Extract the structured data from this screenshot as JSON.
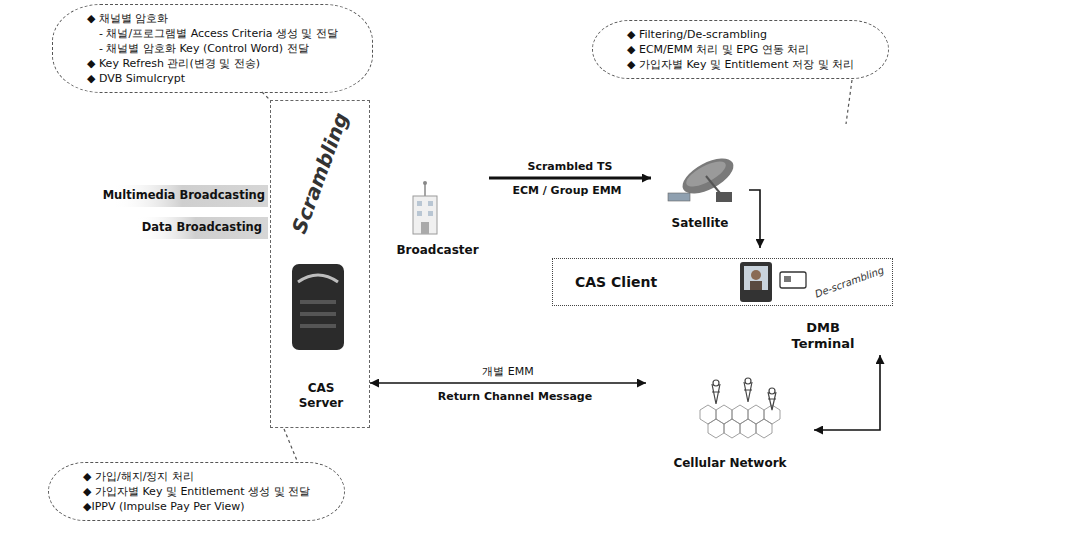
{
  "diagram": {
    "nodes": [
      {
        "text": [
          "◆ 채널별 암호화",
          "- 채널/프로그램별 Access Criteria 생성 및 전달",
          "- 채널별 암호화 Key (Control Word) 전달",
          "◆ Key Refresh 관리(변경 및 전송)",
          "◆ DVB Simulcrypt"
        ]
      },
      {
        "text": [
          "◆ Filtering/De-scrambling",
          "◆ ECM/EMM 처리 및 EPG 연동 처리",
          "◆ 가입자별 Key 및 Entitlement 저장 및 처리"
        ]
      },
      {
        "text": [
          "◆ 가입/해지/정지 처리",
          "◆ 가입자별 Key 및 Entitlement 생성 및 전달",
          "◆IPPV (Impulse Pay Per View)"
        ]
      },
      {
        "text": [
          "Scrambling",
          "CAS Server"
        ]
      },
      {
        "text": [
          "Broadcaster"
        ]
      },
      {
        "text": [
          "Satellite"
        ]
      },
      {
        "text": [
          "DMB Terminal"
        ]
      },
      {
        "text": [
          "CAS Client",
          "De-scrambling"
        ],
        "in": 6
      },
      {
        "text": [
          "Cellular Network"
        ]
      }
    ],
    "edges": [
      {
        "from": 4,
        "to": 5,
        "arrow": "to",
        "label": "Scrambled TS"
      },
      {
        "from": 5,
        "to": 6,
        "arrow": "to"
      },
      {
        "from": 3,
        "to": 8,
        "arrow": "both",
        "label": "개별 EMM"
      },
      {
        "from": 8,
        "to": 6,
        "arrow": "both"
      }
    ],
    "labels": [
      "Multimedia Broadcasting",
      "Data Broadcasting",
      "ECM / Group EMM",
      "Return Channel Message"
    ]
  }
}
